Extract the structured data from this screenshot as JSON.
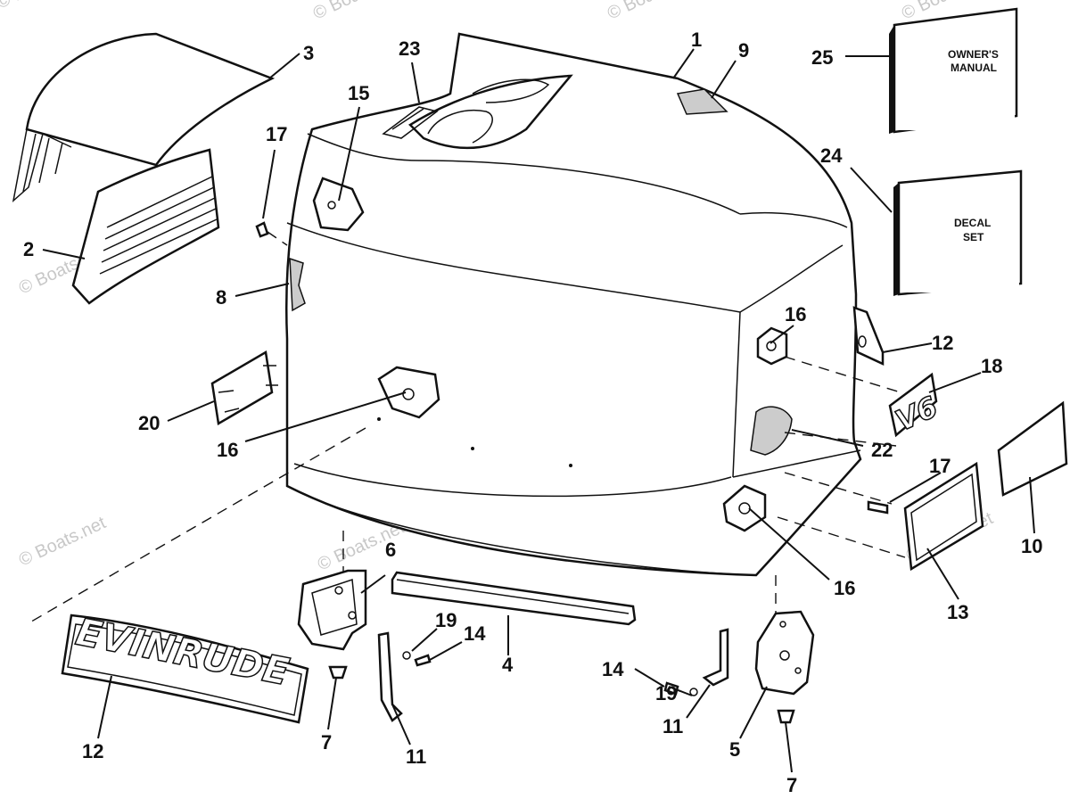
{
  "watermark": "© Boats.net",
  "labels": {
    "l1": "1",
    "l2": "2",
    "l3": "3",
    "l4": "4",
    "l5": "5",
    "l6": "6",
    "l7a": "7",
    "l7b": "7",
    "l8": "8",
    "l9": "9",
    "l10": "10",
    "l11a": "11",
    "l11b": "11",
    "l12a": "12",
    "l12b": "12",
    "l13": "13",
    "l14a": "14",
    "l14b": "14",
    "l15": "15",
    "l16a": "16",
    "l16b": "16",
    "l16c": "16",
    "l17a": "17",
    "l17b": "17",
    "l18": "18",
    "l19a": "19",
    "l19b": "19",
    "l20": "20",
    "l22": "22",
    "l23": "23",
    "l24": "24",
    "l25": "25"
  },
  "boxes": {
    "manual_line1": "OWNER'S",
    "manual_line2": "MANUAL",
    "decal_line1": "DECAL",
    "decal_line2": "SET"
  },
  "emblems": {
    "brand": "EVINRUDE",
    "v6": "V6"
  }
}
